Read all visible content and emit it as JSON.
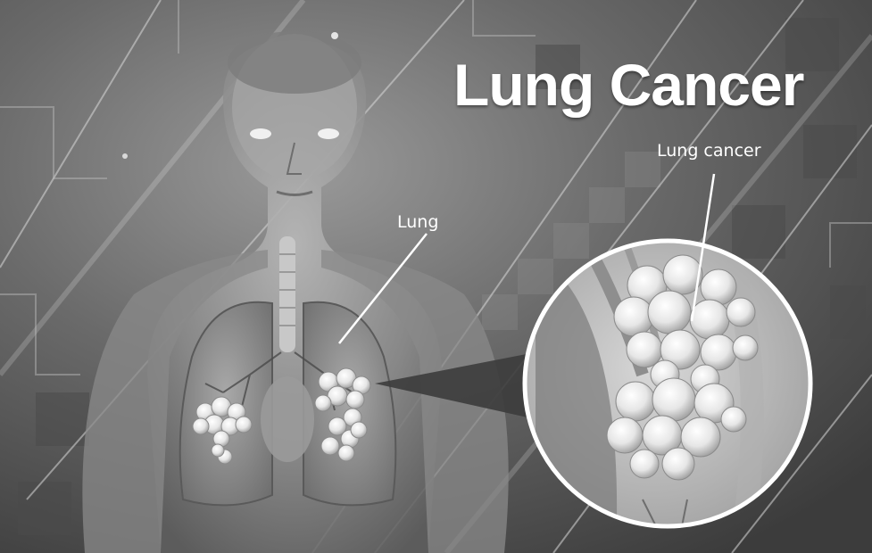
{
  "title": "Lung Cancer",
  "labels": {
    "lung": "Lung",
    "lung_cancer": "Lung cancer"
  },
  "colors": {
    "background": "#5a5a5a",
    "text": "#ffffff"
  }
}
